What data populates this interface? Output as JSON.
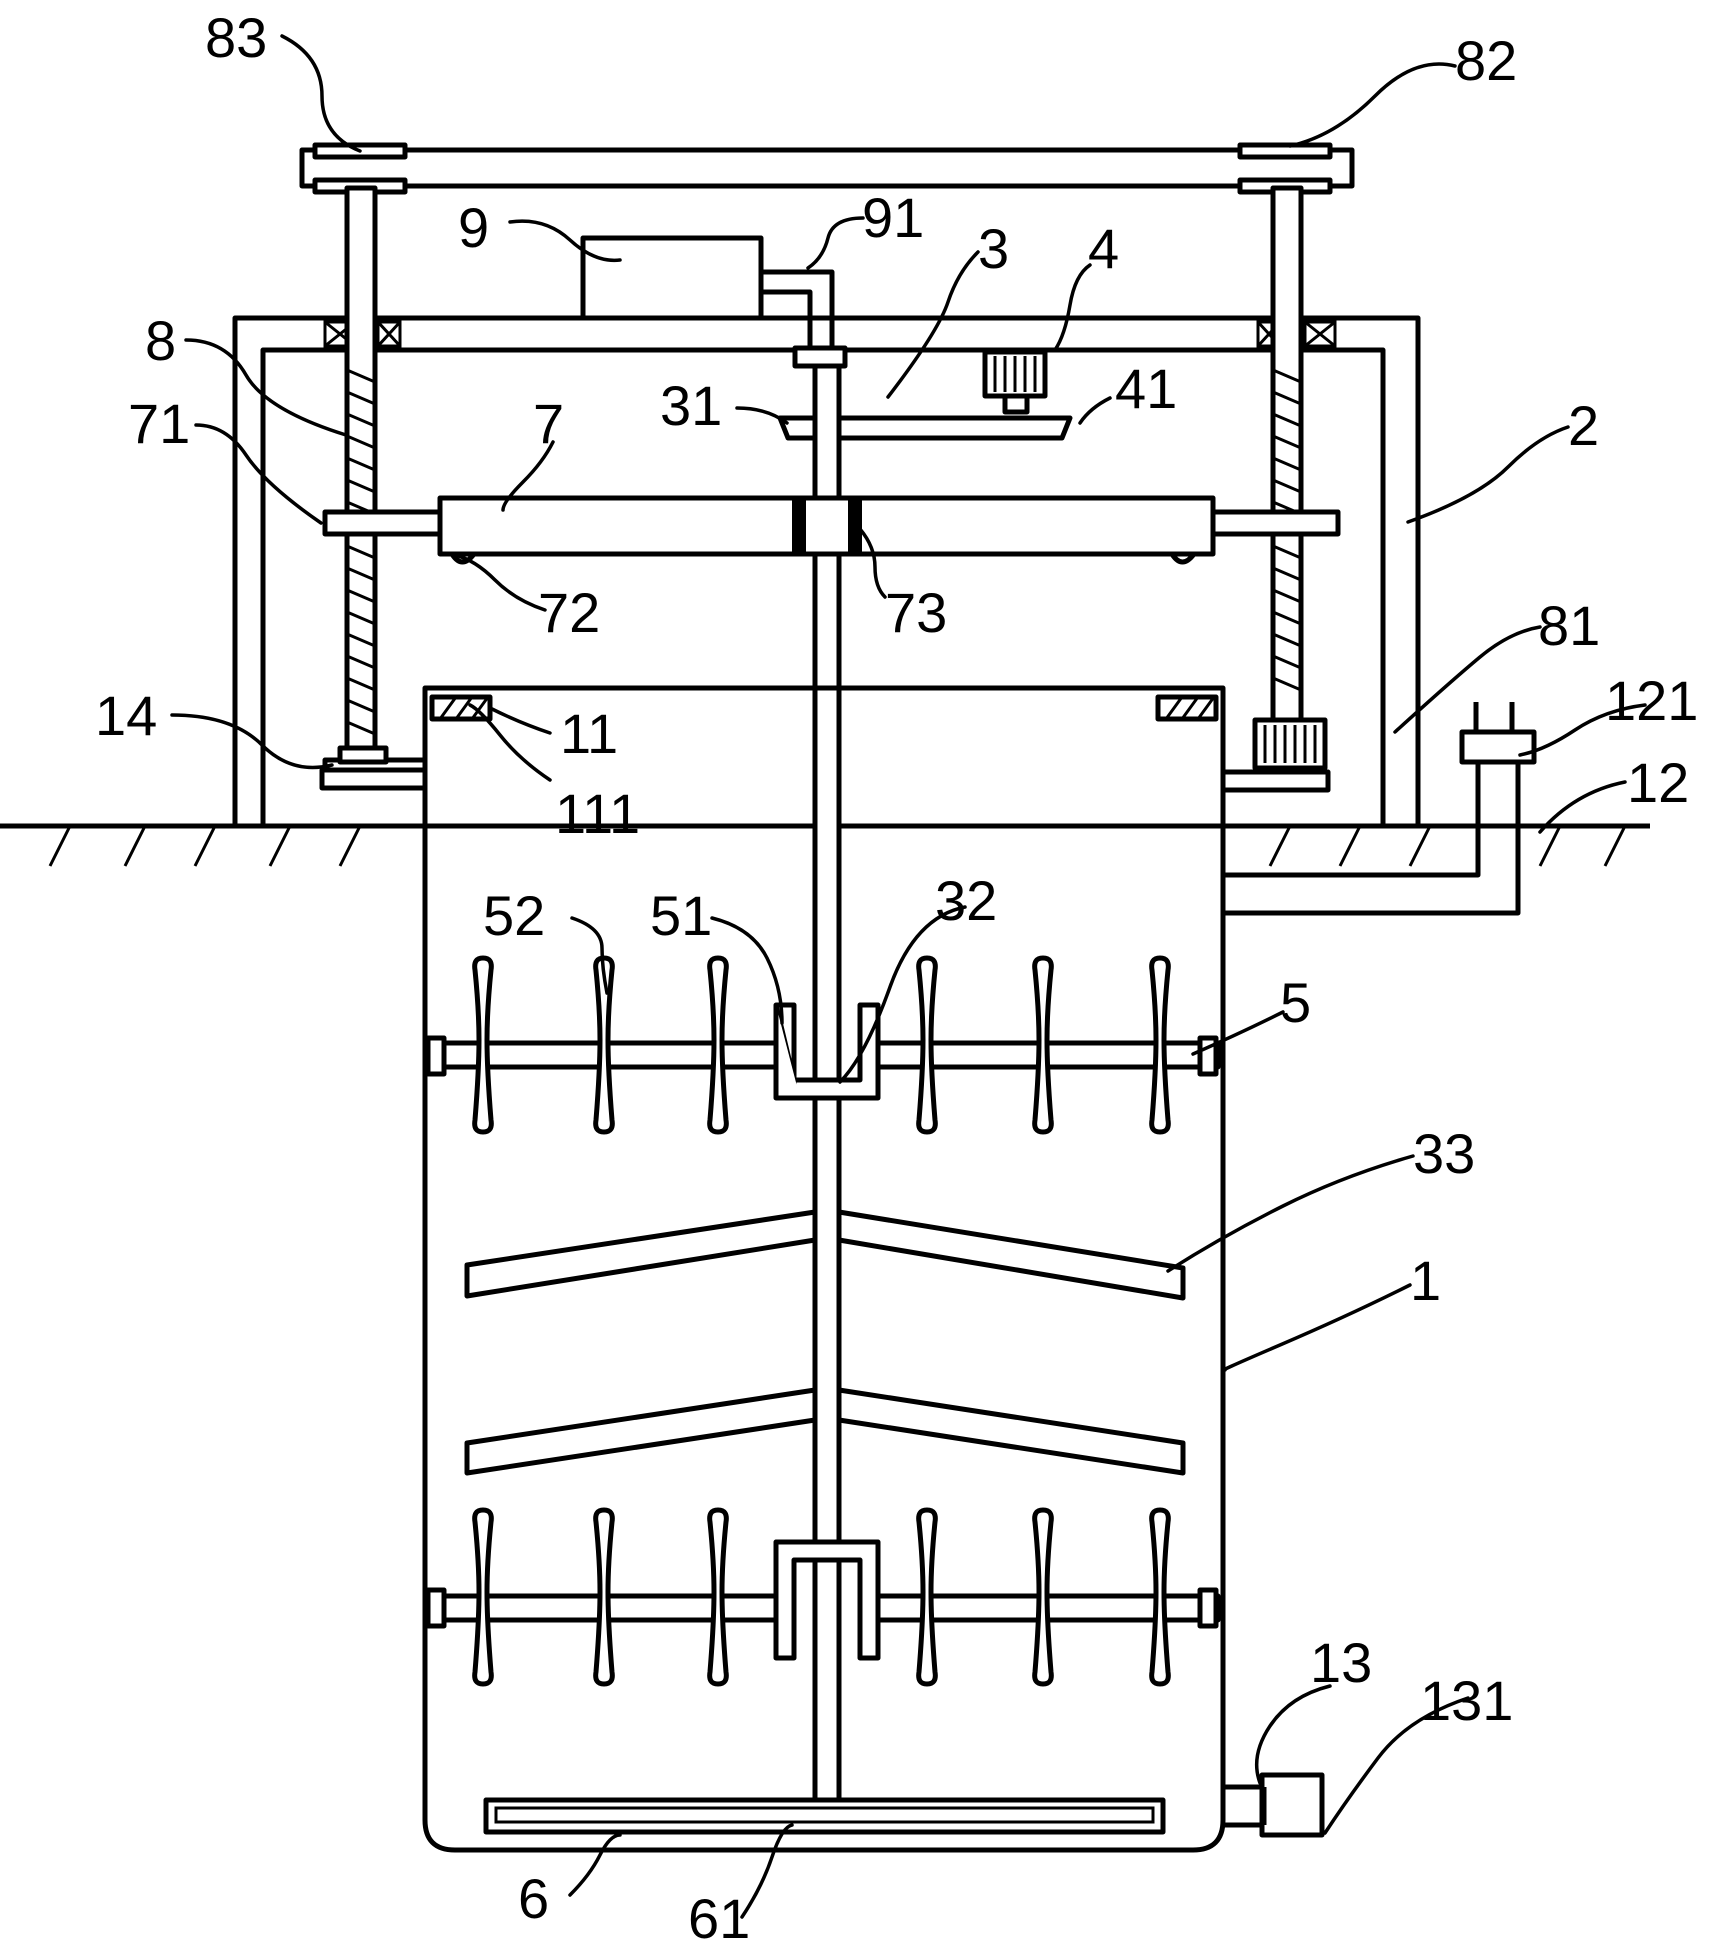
{
  "labels": {
    "l83": "83",
    "l82": "82",
    "l9": "9",
    "l91": "91",
    "l3": "3",
    "l4": "4",
    "l8": "8",
    "l71": "71",
    "l7": "7",
    "l31": "31",
    "l41": "41",
    "l2": "2",
    "l72": "72",
    "l73": "73",
    "l81": "81",
    "l14": "14",
    "l11": "11",
    "l111": "111",
    "l121": "121",
    "l12": "12",
    "l52": "52",
    "l51": "51",
    "l32": "32",
    "l5": "5",
    "l33": "33",
    "l1": "1",
    "l13": "13",
    "l131": "131",
    "l6": "6",
    "l61": "61"
  }
}
